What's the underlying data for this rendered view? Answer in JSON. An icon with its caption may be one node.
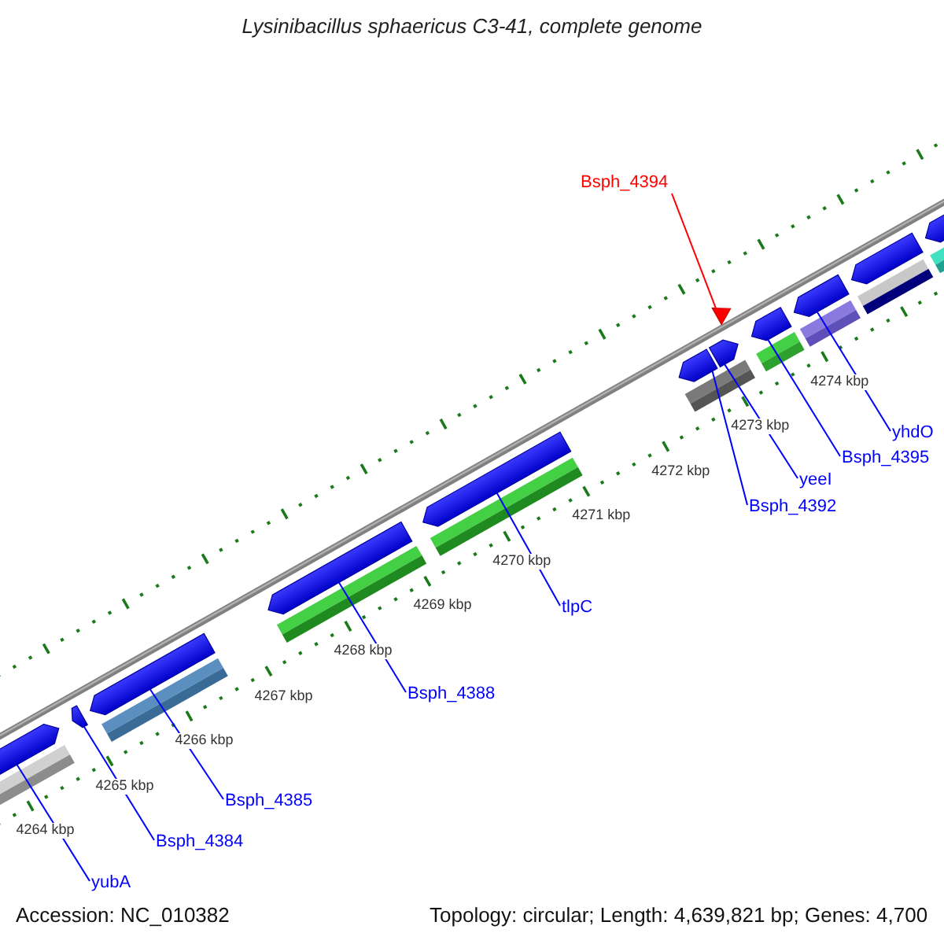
{
  "diagram": {
    "title": "Lysinibacillus sphaericus C3-41, complete genome",
    "nodes": [
      {
        "text": [
          "Bsph_4394"
        ]
      },
      {
        "text": [
          "yhdO"
        ]
      },
      {
        "text": [
          "Bsph_4395"
        ]
      },
      {
        "text": [
          "yeeI"
        ]
      },
      {
        "text": [
          "Bsph_4392"
        ]
      },
      {
        "text": [
          "tlpC"
        ]
      },
      {
        "text": [
          "Bsph_4388"
        ]
      },
      {
        "text": [
          "Bsph_4385"
        ]
      },
      {
        "text": [
          "Bsph_4384"
        ]
      },
      {
        "text": [
          "yubA"
        ]
      },
      {
        "text": [],
        "shape": "arrow"
      },
      {
        "text": [],
        "shape": "arrow"
      },
      {
        "text": [],
        "shape": "arrow"
      },
      {
        "text": [],
        "shape": "arrow"
      },
      {
        "text": [],
        "shape": "arrow"
      },
      {
        "text": [],
        "shape": "arrow"
      },
      {
        "text": [],
        "shape": "arrow"
      },
      {
        "text": [],
        "shape": "arrow"
      },
      {
        "text": [],
        "shape": "arrow"
      },
      {
        "text": [],
        "shape": "triangle"
      }
    ],
    "edges": [
      {
        "from": 0,
        "to": 19,
        "arrow": "none",
        "color": "#ff0000"
      },
      {
        "from": 1,
        "to": 18,
        "arrow": "none"
      },
      {
        "from": 2,
        "to": 17,
        "arrow": "none"
      },
      {
        "from": 3,
        "to": 16,
        "arrow": "none"
      },
      {
        "from": 4,
        "to": 15,
        "arrow": "none"
      },
      {
        "from": 5,
        "to": 14,
        "arrow": "none"
      },
      {
        "from": 6,
        "to": 13,
        "arrow": "none"
      },
      {
        "from": 7,
        "to": 12,
        "arrow": "none"
      },
      {
        "from": 8,
        "to": 11,
        "arrow": "none"
      },
      {
        "from": 9,
        "to": 10,
        "arrow": "none"
      }
    ],
    "labels": [
      "4274 kbp",
      "4273 kbp",
      "4272 kbp",
      "4271 kbp",
      "4270 kbp",
      "4269 kbp",
      "4268 kbp",
      "4267 kbp",
      "4266 kbp",
      "4265 kbp",
      "4264 kbp",
      "Accession: NC_010382",
      "Topology: circular; Length: 4,639,821 bp; Genes: 4,700"
    ]
  }
}
